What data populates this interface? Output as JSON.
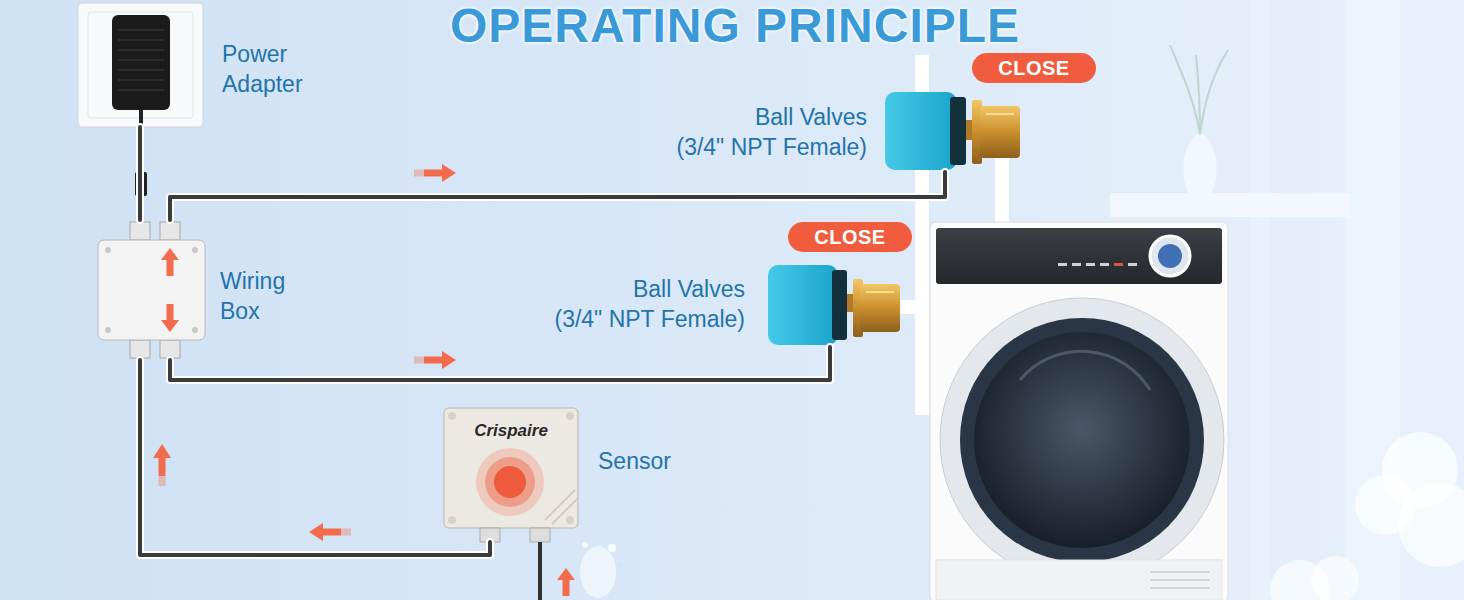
{
  "diagram": {
    "title": "OPERATING PRINCIPLE",
    "nodes": [
      {
        "text": [
          "Power Adapter"
        ]
      },
      {
        "text": [
          "CLOSE"
        ]
      },
      {
        "text": [
          "Ball Valves (3/4\" NPT Female)"
        ]
      },
      {
        "text": [
          "Wiring Box"
        ]
      },
      {
        "text": [
          "CLOSE"
        ]
      },
      {
        "text": [
          "Ball Valves (3/4\" NPT Female)"
        ]
      },
      {
        "text": [
          "Crispaire",
          "Sensor"
        ]
      }
    ],
    "edges": [
      {
        "from": 0,
        "to": 3,
        "arrow": "none"
      },
      {
        "from": 3,
        "to": 2,
        "arrow": "to"
      },
      {
        "from": 3,
        "to": 5,
        "arrow": "to"
      },
      {
        "from": 6,
        "to": 3,
        "arrow": "to"
      }
    ]
  }
}
